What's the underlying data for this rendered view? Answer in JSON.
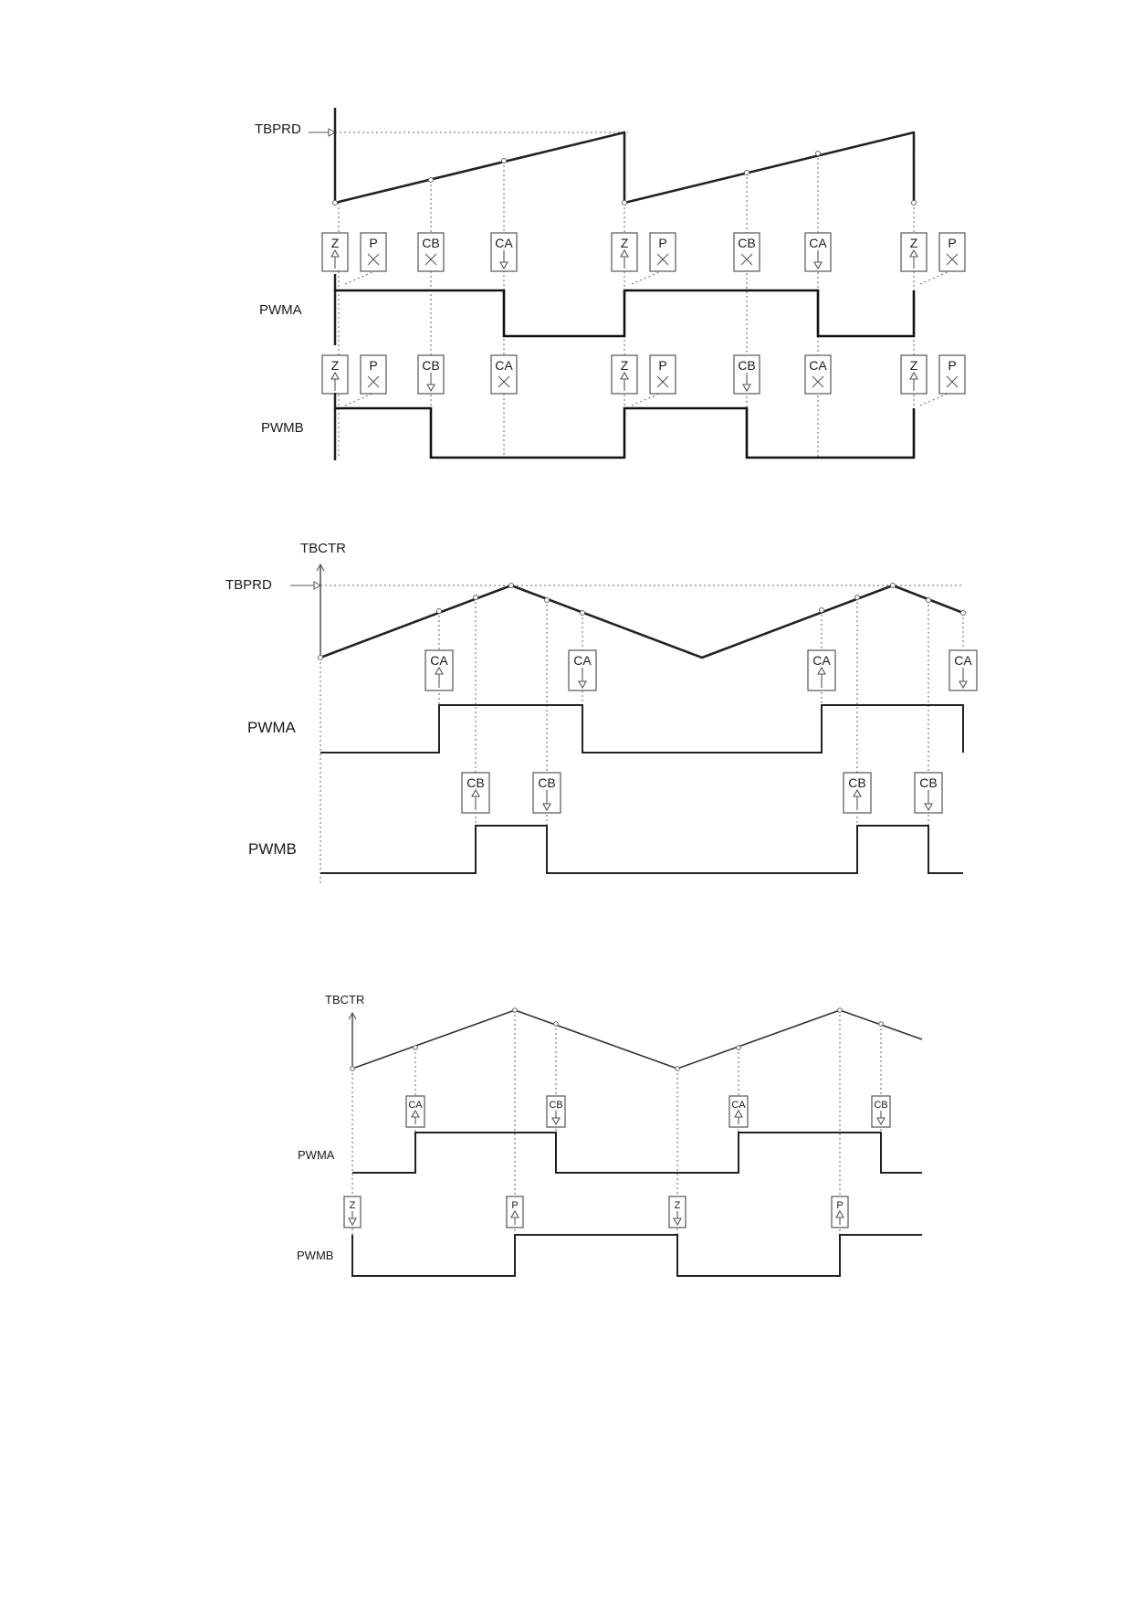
{
  "diagrams": [
    {
      "counter_label": "",
      "period_label": "TBPRD",
      "pwma_label": "PWMA",
      "pwmb_label": "PWMB",
      "pwma_events": [
        {
          "label": "Z",
          "action": "set"
        },
        {
          "label": "P",
          "action": "no-action"
        },
        {
          "label": "CB",
          "action": "no-action"
        },
        {
          "label": "CA",
          "action": "clear"
        },
        {
          "label": "Z",
          "action": "set"
        },
        {
          "label": "P",
          "action": "no-action"
        },
        {
          "label": "CB",
          "action": "no-action"
        },
        {
          "label": "CA",
          "action": "clear"
        },
        {
          "label": "Z",
          "action": "set"
        },
        {
          "label": "P",
          "action": "no-action"
        }
      ],
      "pwmb_events": [
        {
          "label": "Z",
          "action": "set"
        },
        {
          "label": "P",
          "action": "no-action"
        },
        {
          "label": "CB",
          "action": "clear"
        },
        {
          "label": "CA",
          "action": "no-action"
        },
        {
          "label": "Z",
          "action": "set"
        },
        {
          "label": "P",
          "action": "no-action"
        },
        {
          "label": "CB",
          "action": "clear"
        },
        {
          "label": "CA",
          "action": "no-action"
        },
        {
          "label": "Z",
          "action": "set"
        },
        {
          "label": "P",
          "action": "no-action"
        }
      ]
    },
    {
      "counter_label": "TBCTR",
      "period_label": "TBPRD",
      "pwma_label": "PWMA",
      "pwmb_label": "PWMB",
      "pwma_events": [
        {
          "label": "CA",
          "action": "set"
        },
        {
          "label": "CA",
          "action": "clear"
        },
        {
          "label": "CA",
          "action": "set"
        },
        {
          "label": "CA",
          "action": "clear"
        }
      ],
      "pwmb_events": [
        {
          "label": "CB",
          "action": "set"
        },
        {
          "label": "CB",
          "action": "clear"
        },
        {
          "label": "CB",
          "action": "set"
        },
        {
          "label": "CB",
          "action": "clear"
        }
      ]
    },
    {
      "counter_label": "TBCTR",
      "period_label": "",
      "pwma_label": "PWMA",
      "pwmb_label": "PWMB",
      "pwma_events": [
        {
          "label": "CA",
          "action": "set"
        },
        {
          "label": "CB",
          "action": "clear"
        },
        {
          "label": "CA",
          "action": "set"
        },
        {
          "label": "CB",
          "action": "clear"
        }
      ],
      "pwmb_events": [
        {
          "label": "Z",
          "action": "clear"
        },
        {
          "label": "P",
          "action": "set"
        },
        {
          "label": "Z",
          "action": "clear"
        },
        {
          "label": "P",
          "action": "set"
        }
      ]
    }
  ]
}
